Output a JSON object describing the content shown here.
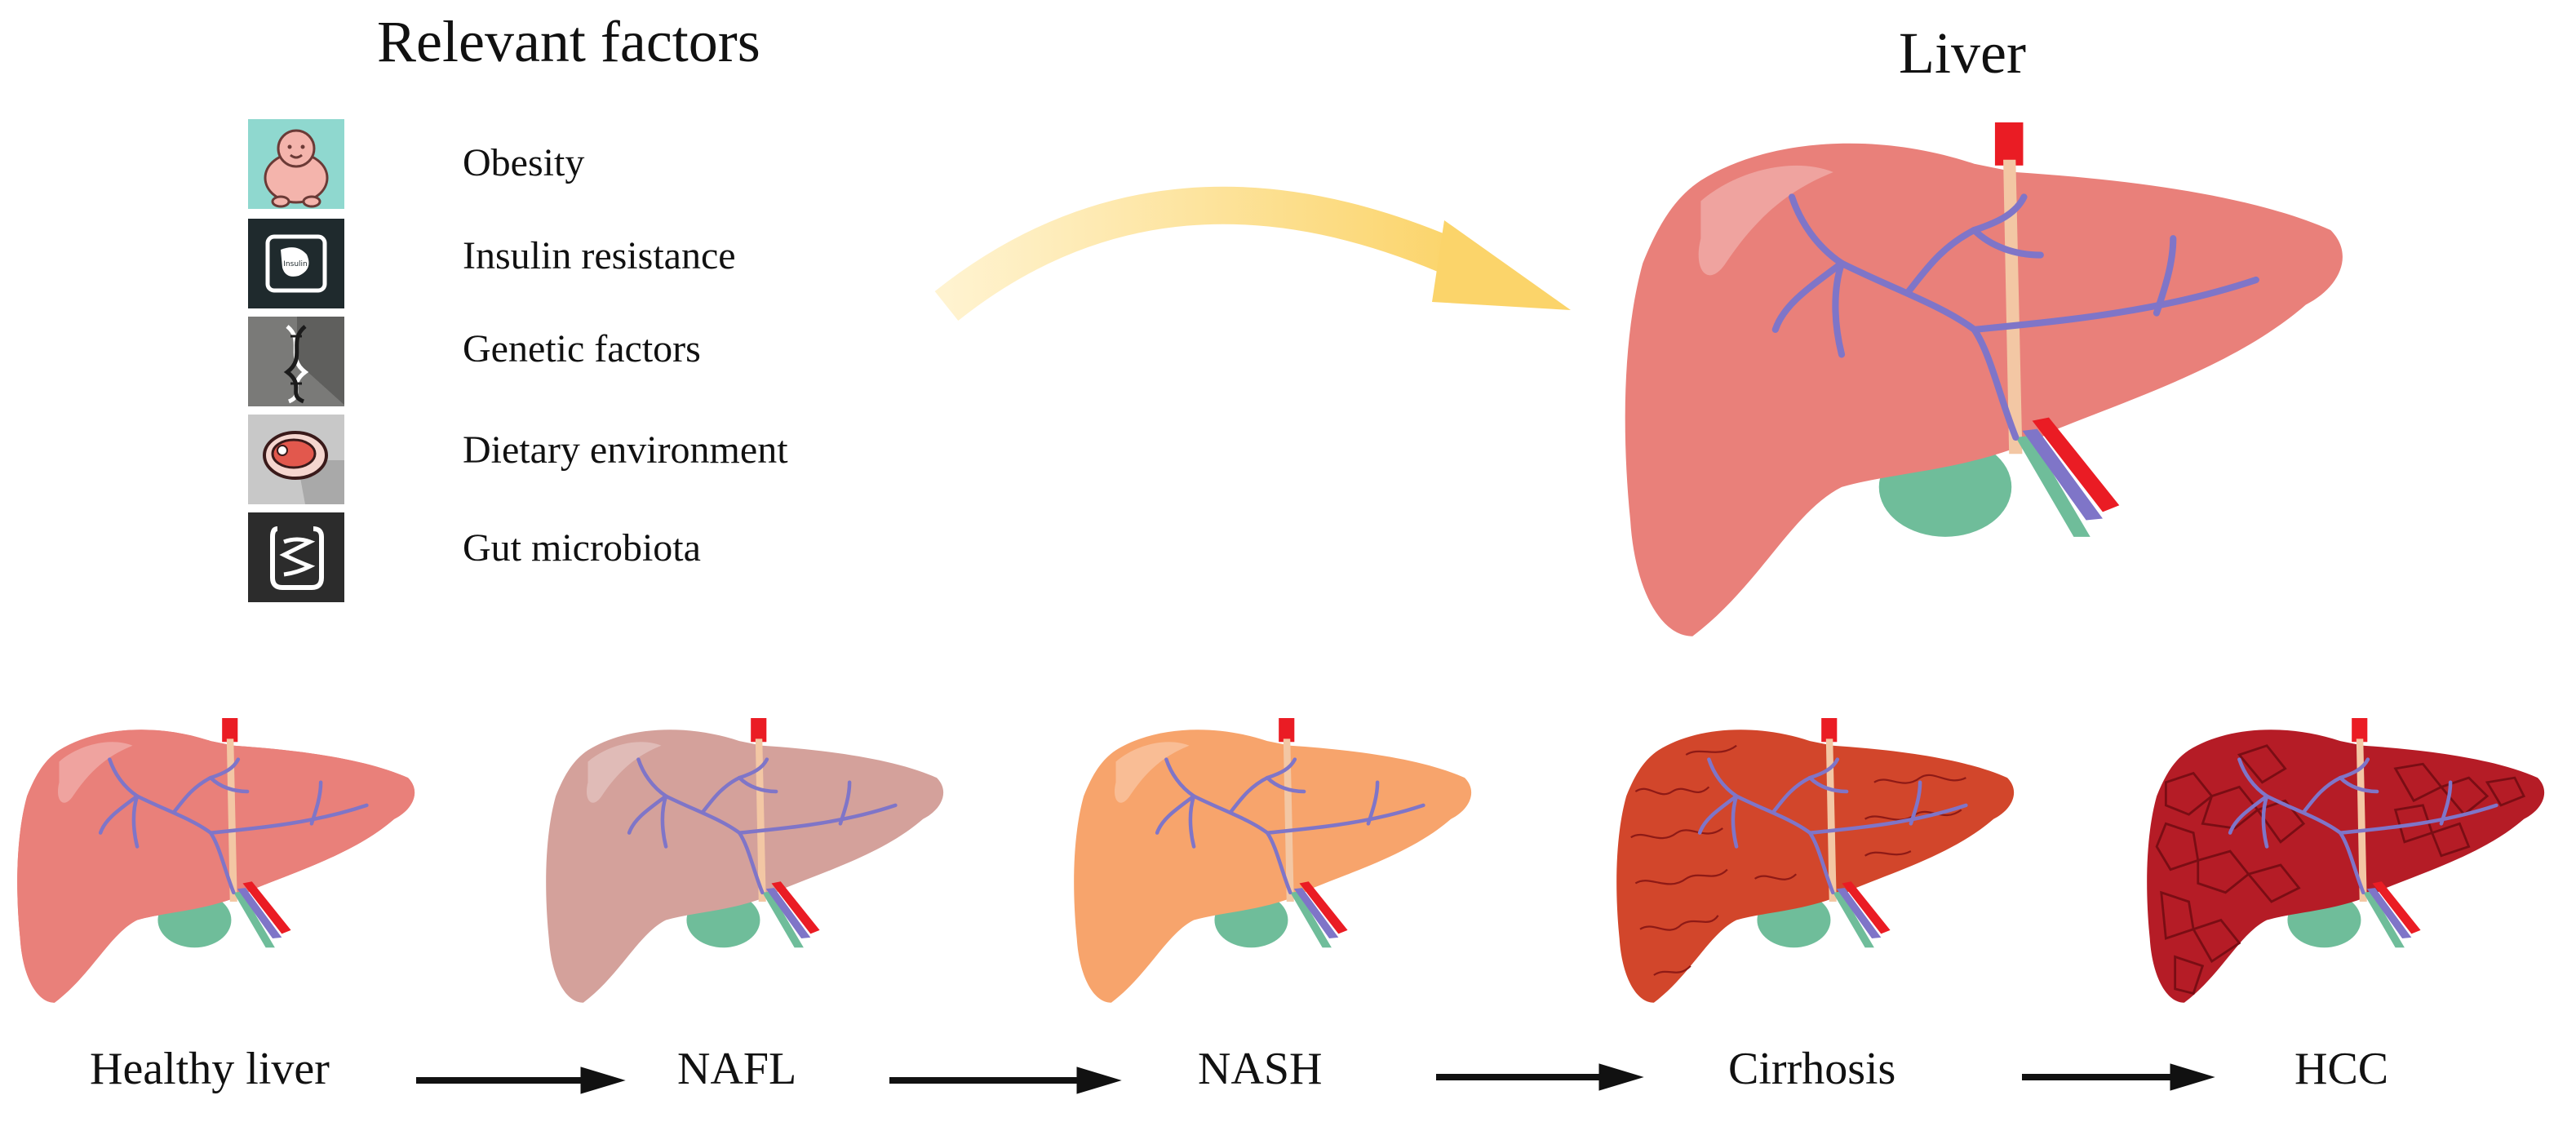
{
  "factors": {
    "title": "Relevant factors",
    "items": [
      {
        "label": "Obesity",
        "icon": "obesity-icon"
      },
      {
        "label": "Insulin resistance",
        "icon": "insulin-resistance-icon"
      },
      {
        "label": "Genetic factors",
        "icon": "dna-icon"
      },
      {
        "label": "Dietary environment",
        "icon": "meat-steak-icon"
      },
      {
        "label": "Gut microbiota",
        "icon": "intestine-icon"
      }
    ]
  },
  "liver": {
    "title": "Liver"
  },
  "stages": [
    {
      "label": "Healthy liver",
      "color": "#e9807a"
    },
    {
      "label": "NAFL",
      "color": "#d4a19b"
    },
    {
      "label": "NASH",
      "color": "#f7a46c"
    },
    {
      "label": "Cirrhosis",
      "color": "#d2462b"
    },
    {
      "label": "HCC",
      "color": "#b51c26"
    }
  ],
  "colors": {
    "liver_main": "#e9807a",
    "vessel_blue": "#7f75c8",
    "gallbladder": "#6fbd9a",
    "artery_red": "#ea1c24",
    "ligament": "#f3c7a4",
    "arrow_gold": "#fbd873",
    "arrow_black": "#111111"
  }
}
